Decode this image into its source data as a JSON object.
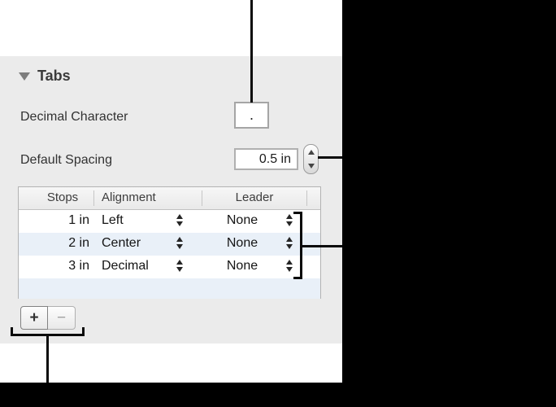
{
  "panel": {
    "section_title": "Tabs",
    "decimal_character": {
      "label": "Decimal Character",
      "value": "."
    },
    "default_spacing": {
      "label": "Default Spacing",
      "value": "0.5 in"
    },
    "tab_stops": {
      "headers": [
        "Stops",
        "Alignment",
        "Leader"
      ],
      "rows": [
        {
          "stops": "1 in",
          "alignment": "Left",
          "leader": "None"
        },
        {
          "stops": "2 in",
          "alignment": "Center",
          "leader": "None"
        },
        {
          "stops": "3 in",
          "alignment": "Decimal",
          "leader": "None"
        }
      ]
    },
    "add_button_label": "+",
    "remove_button_label": "−"
  },
  "colors": {
    "panel_background": "#ebebeb",
    "alternate_row": "#e9f0f8",
    "field_background": "#ffffff",
    "callout_line": "#000000",
    "padding_black": "#000000"
  }
}
